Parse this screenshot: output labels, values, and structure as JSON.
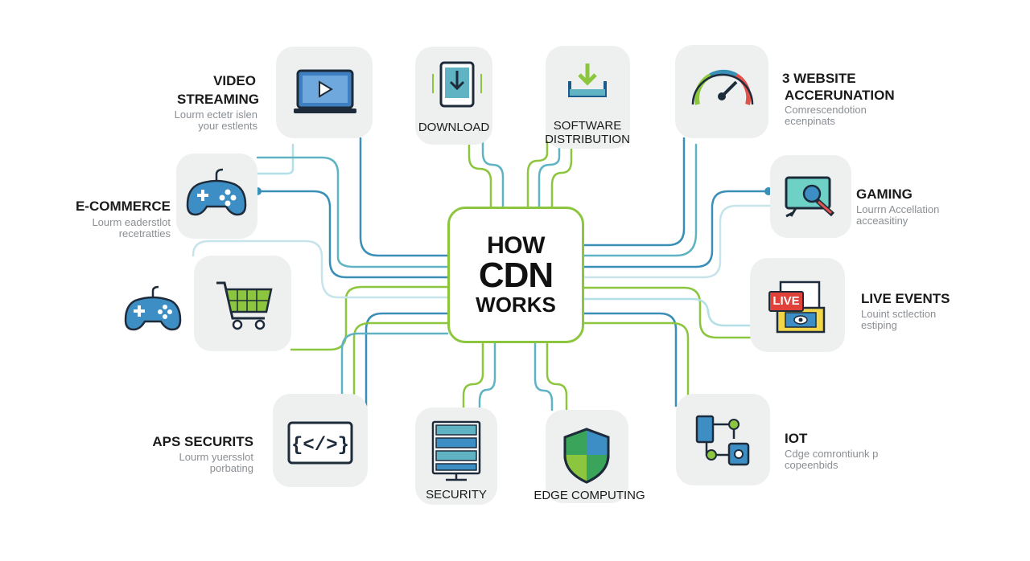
{
  "center": {
    "line1": "HOW",
    "line2": "CDN",
    "line3": "WORKS"
  },
  "colors": {
    "blue": "#3a8fb7",
    "green": "#8cc63f",
    "teal": "#5fb3c2",
    "tile_bg": "#eef0f0"
  },
  "items": {
    "video_streaming": {
      "title1": "VIDEO",
      "title2": "STREAMING",
      "sub1": "Lourm ectetr islen",
      "sub2": "your estlents",
      "icon": "video-player-icon"
    },
    "ecommerce": {
      "title": "E-COMMERCE",
      "sub1": "Lourm eaderstlot",
      "sub2": "recetratties",
      "icon": "gamepad-icon"
    },
    "gamepad_tile": {
      "icon": "gamepad-icon"
    },
    "shopping_tile": {
      "icon": "shopping-cart-icon"
    },
    "aps_securits": {
      "title": "APS SECURITS",
      "sub1": "Lourm yuersslot",
      "sub2": "porbating",
      "icon": "code-icon"
    },
    "download": {
      "title": "DOWNLOAD",
      "icon": "download-tablet-icon"
    },
    "software_distribution": {
      "title1": "SOFTWARE",
      "title2": "DISTRIBUTION",
      "icon": "tray-download-icon"
    },
    "website_acceleration": {
      "title1": "3 WEBSITE",
      "title2": "ACCERUNATION",
      "sub1": "Comrescendotion",
      "sub2": "ecenpinats",
      "icon": "speedometer-icon"
    },
    "gaming": {
      "title": "GAMING",
      "sub1": "Lourrn Accellation",
      "sub2": "acceasitiny",
      "icon": "monitor-gaming-icon"
    },
    "live_events": {
      "title": "LIVE EVENTS",
      "sub1": "Louint sctlection",
      "sub2": "estiping",
      "badge": "LIVE",
      "icon": "live-screens-icon"
    },
    "iot": {
      "title": "IOT",
      "sub1": "Cdge comrontiunk p",
      "sub2": "copeenbids",
      "icon": "iot-devices-icon"
    },
    "security": {
      "title": "SECURITY",
      "icon": "server-rack-icon"
    },
    "edge_computing": {
      "title": "EDGE COMPUTING",
      "icon": "shield-icon"
    }
  }
}
